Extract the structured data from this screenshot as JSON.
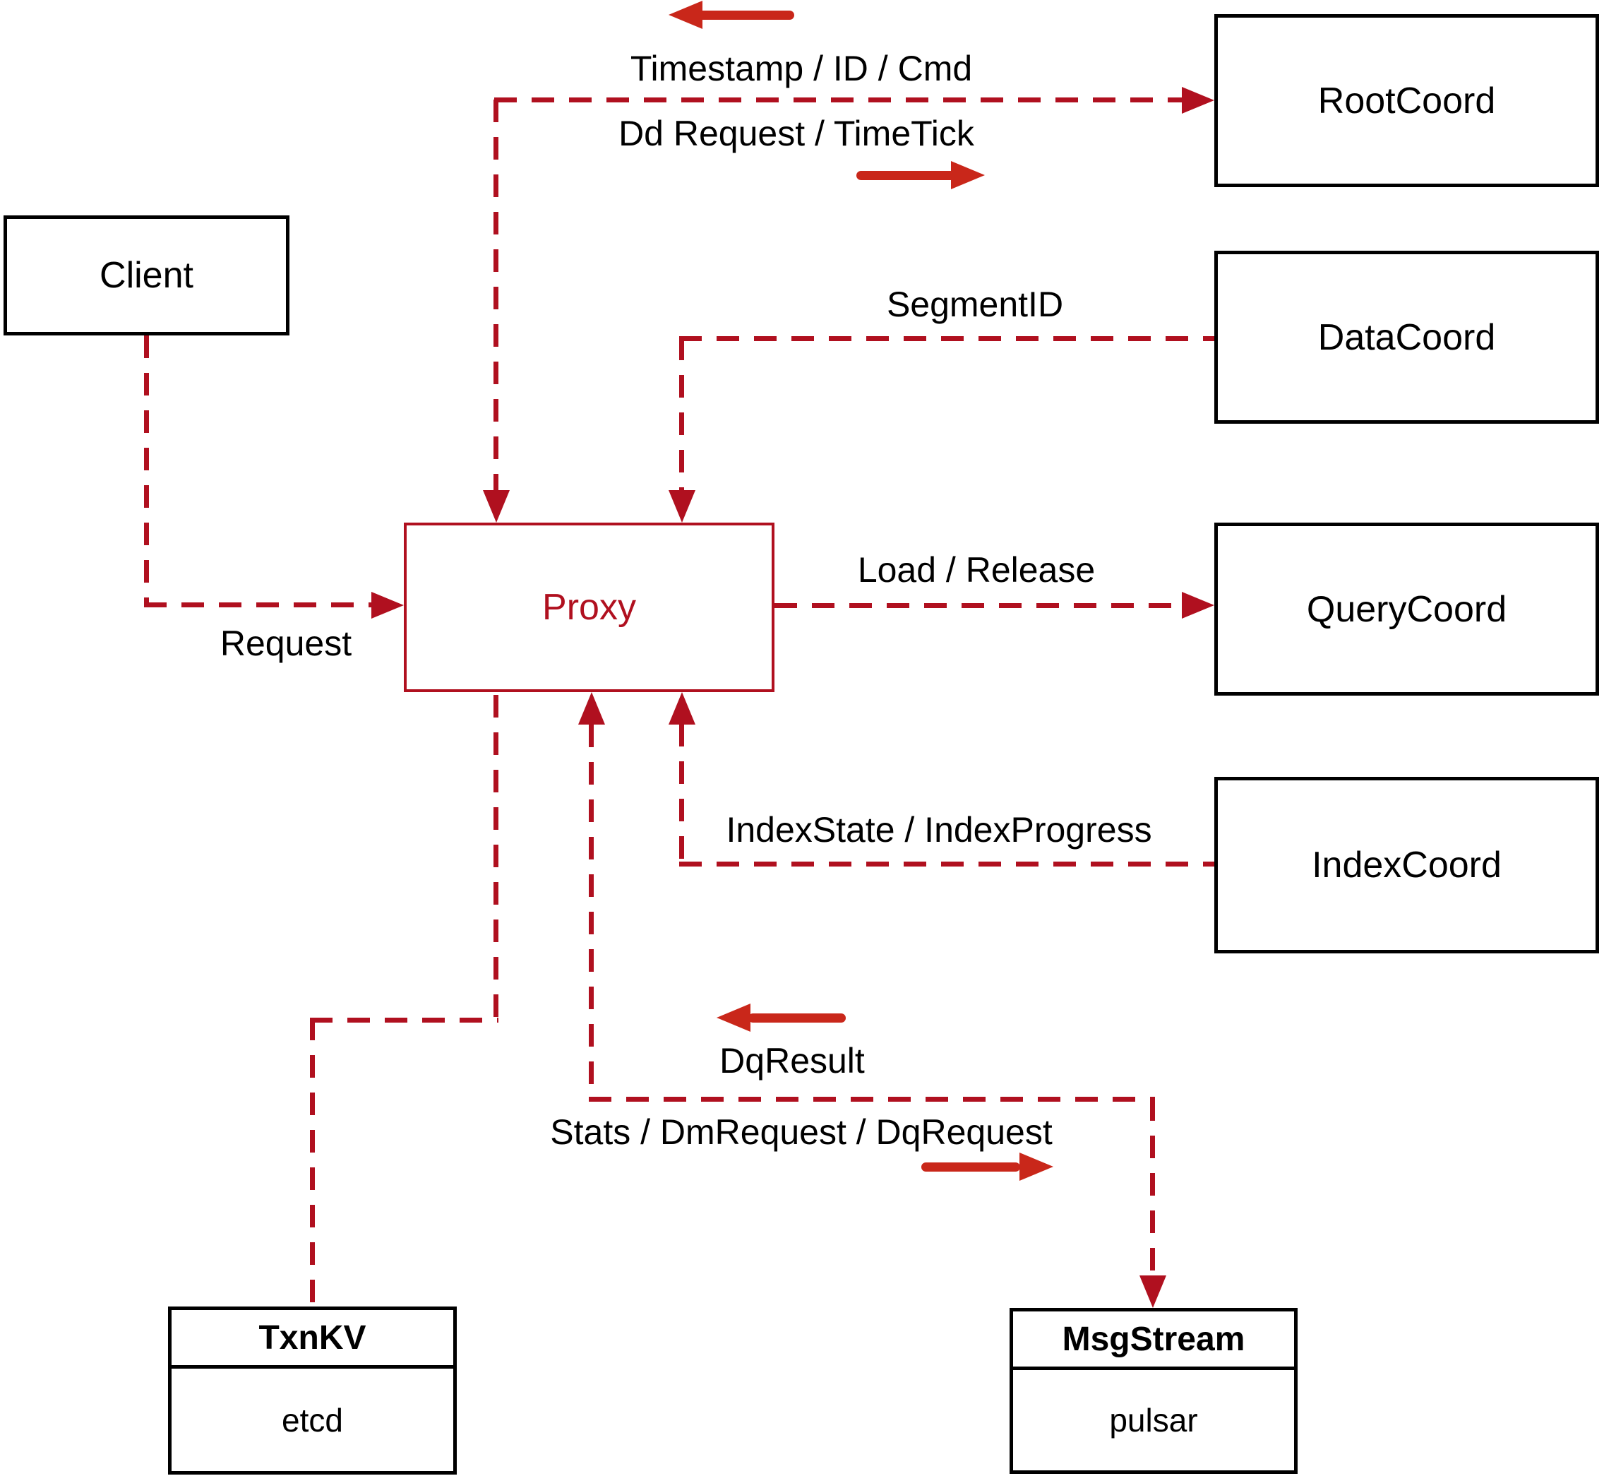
{
  "diagram": {
    "nodes": {
      "client": {
        "label": "Client"
      },
      "proxy": {
        "label": "Proxy"
      },
      "rootcoord": {
        "label": "RootCoord"
      },
      "datacoord": {
        "label": "DataCoord"
      },
      "querycoord": {
        "label": "QueryCoord"
      },
      "indexcoord": {
        "label": "IndexCoord"
      },
      "txnkv": {
        "title": "TxnKV",
        "impl": "etcd"
      },
      "msgstream": {
        "title": "MsgStream",
        "impl": "pulsar"
      }
    },
    "edges": {
      "client_proxy": {
        "label": "Request"
      },
      "proxy_rootcoord": {
        "to_proxy": "Timestamp / ID / Cmd",
        "to_rootcoord": "Dd Request / TimeTick"
      },
      "datacoord_proxy": {
        "label": "SegmentID"
      },
      "proxy_querycoord": {
        "label": "Load / Release"
      },
      "indexcoord_proxy": {
        "label": "IndexState / IndexProgress"
      },
      "proxy_msgstream": {
        "to_proxy": "DqResult",
        "to_msgstream": "Stats / DmRequest / DqRequest"
      }
    },
    "colors": {
      "dashed_line": "#b0101f",
      "big_arrow": "#c9271a",
      "box_border": "#000000",
      "proxy_accent": "#b0101f",
      "background": "#ffffff"
    }
  }
}
